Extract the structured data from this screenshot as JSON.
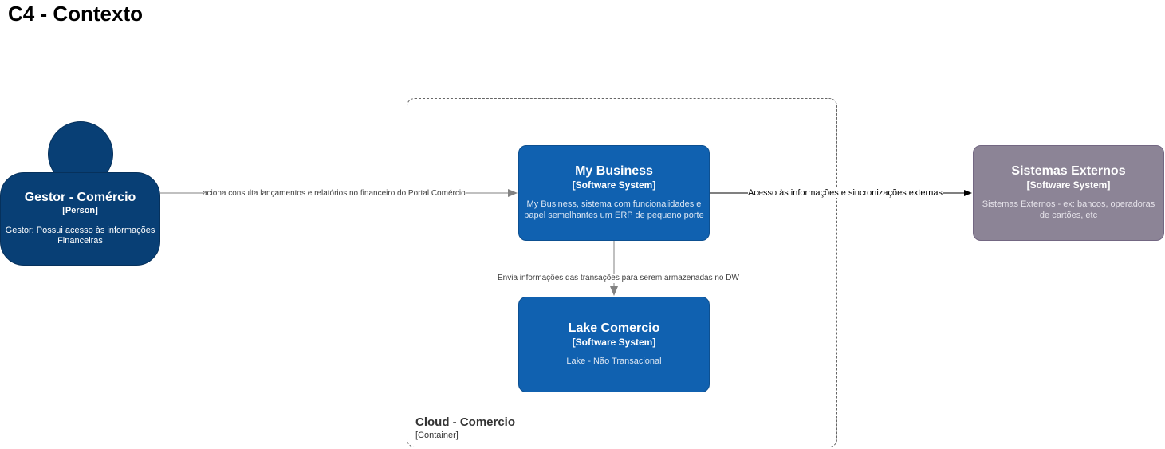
{
  "title": "C4 - Contexto",
  "boundary": {
    "name": "Cloud - Comercio",
    "type": "[Container]"
  },
  "person": {
    "name": "Gestor - Comércio",
    "type": "[Person]",
    "description": "Gestor: Possui acesso às informações Financeiras"
  },
  "systems": {
    "my_business": {
      "name": "My Business",
      "type": "[Software System]",
      "description": "My Business, sistema com funcionalidades e papel semelhantes um ERP de pequeno porte"
    },
    "lake": {
      "name": "Lake Comercio",
      "type": "[Software System]",
      "description": "Lake - Não Transacional"
    },
    "external": {
      "name": "Sistemas Externos",
      "type": "[Software System]",
      "description": "Sistemas Externos - ex: bancos, operadoras de cartões, etc"
    }
  },
  "relations": {
    "person_to_business": "aciona consulta lançamentos e relatórios no financeiro do Portal Comércio",
    "business_to_external": "Acesso às informações e sincronizações externas",
    "business_to_lake": "Envia informações das transações para serem armazenadas no DW"
  },
  "colors": {
    "person": "#083f75",
    "internal_system": "#1061b0",
    "external_system": "#8c8496",
    "relation_gray": "#828282",
    "relation_black": "#000000"
  }
}
